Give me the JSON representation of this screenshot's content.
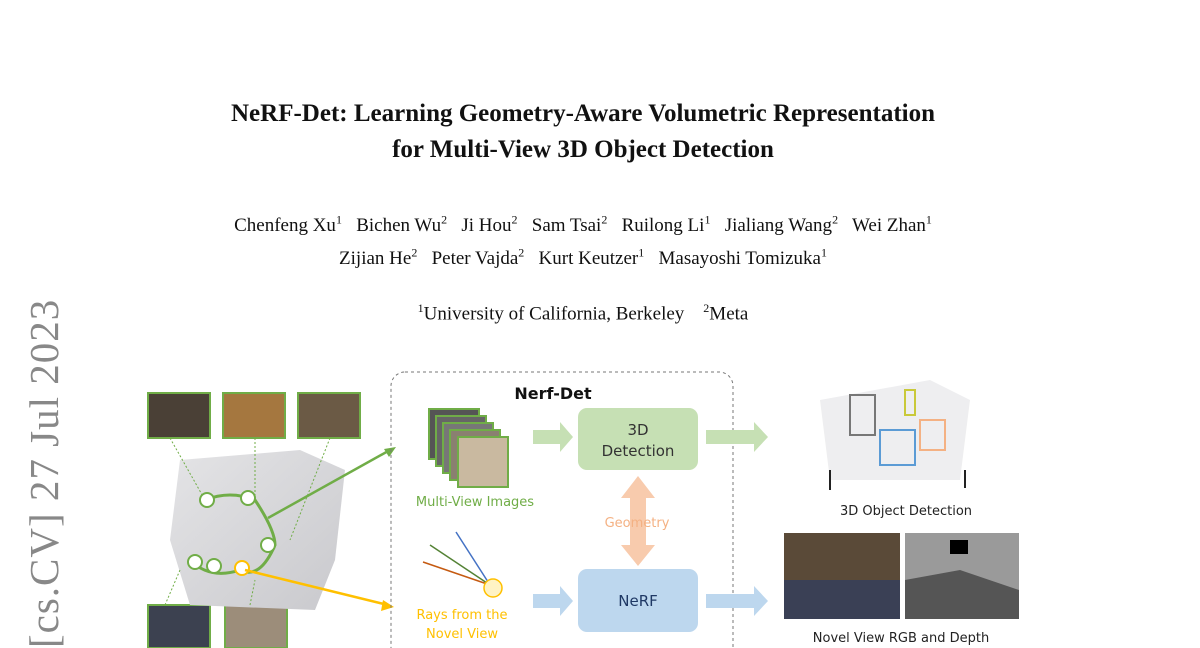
{
  "title": {
    "line1": "NeRF-Det: Learning Geometry-Aware Volumetric Representation",
    "line2": "for Multi-View 3D Object Detection"
  },
  "authors": {
    "line1": [
      {
        "name": "Chenfeng Xu",
        "aff": "1"
      },
      {
        "name": "Bichen Wu",
        "aff": "2"
      },
      {
        "name": "Ji Hou",
        "aff": "2"
      },
      {
        "name": "Sam Tsai",
        "aff": "2"
      },
      {
        "name": "Ruilong Li",
        "aff": "1"
      },
      {
        "name": "Jialiang Wang",
        "aff": "2"
      },
      {
        "name": "Wei Zhan",
        "aff": "1"
      }
    ],
    "line2": [
      {
        "name": "Zijian He",
        "aff": "2"
      },
      {
        "name": "Peter Vajda",
        "aff": "2"
      },
      {
        "name": "Kurt Keutzer",
        "aff": "1"
      },
      {
        "name": "Masayoshi Tomizuka",
        "aff": "1"
      }
    ]
  },
  "affiliations": [
    {
      "num": "1",
      "name": "University of California, Berkeley"
    },
    {
      "num": "2",
      "name": "Meta"
    }
  ],
  "arxiv_stamp": "[cs.CV]  27 Jul 2023",
  "figure": {
    "box_title": "Nerf-Det",
    "detection_label_1": "3D",
    "detection_label_2": "Detection",
    "nerf_label": "NeRF",
    "geometry_label": "Geometry",
    "multiview_label": "Multi-View Images",
    "rays_label_1": "Rays from the",
    "rays_label_2": "Novel View",
    "output_detection_label": "3D Object Detection",
    "output_nerf_label": "Novel View RGB and Depth",
    "colors": {
      "green": "#70ad47",
      "green_box": "#c6e0b4",
      "blue_box": "#bdd7ee",
      "orange": "#f8cbad",
      "yellow": "#ffc000"
    }
  }
}
